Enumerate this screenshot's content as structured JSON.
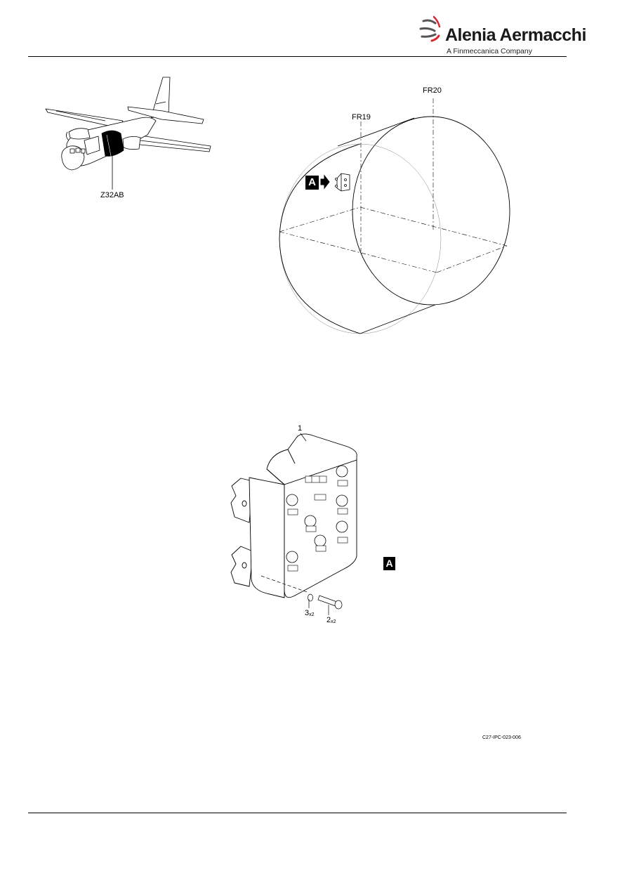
{
  "header": {
    "brand_name": "Alenia Aermacchi",
    "brand_tagline": "A Finmeccanica Company",
    "logo_icon": "alenia-swoosh-icon",
    "accent_color": "#d7262e"
  },
  "figure": {
    "zone_label": "Z32AB",
    "frame_labels": {
      "fr19": "FR19",
      "fr20": "FR20"
    },
    "view_marker": "A",
    "item_numbers": {
      "item1": "1",
      "item2": "2",
      "item2_qty": "x2",
      "item3": "3",
      "item3_qty": "x2"
    },
    "figure_code": "C27-IPC-023-006"
  }
}
